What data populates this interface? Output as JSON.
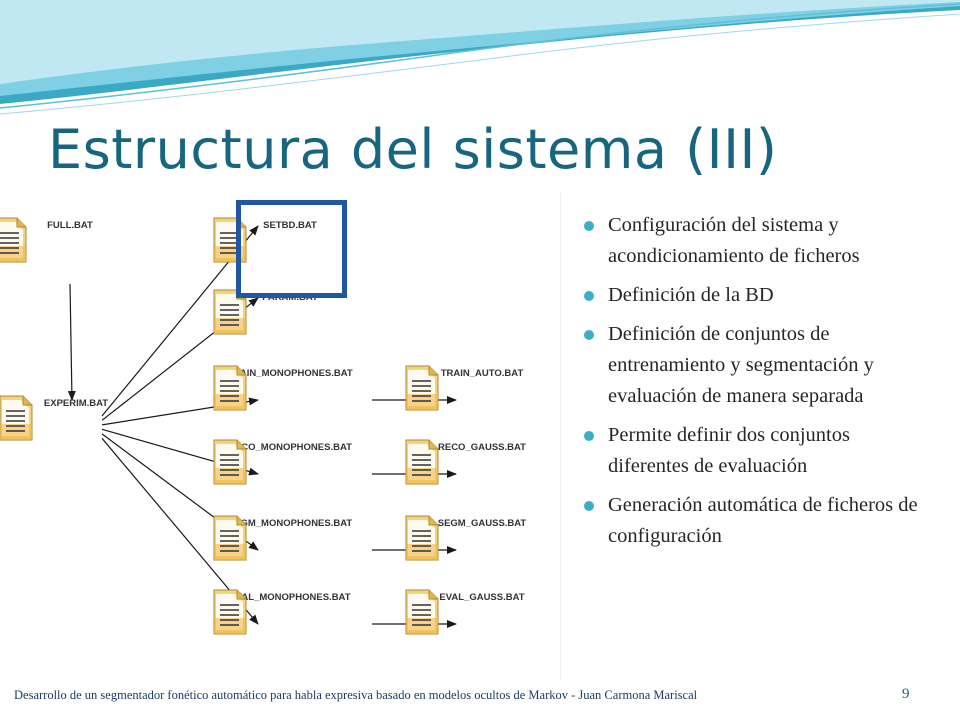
{
  "slide": {
    "title": "Estructura del sistema (III)",
    "footer": "Desarrollo de un segmentador fonético automático para habla expresiva basado en modelos ocultos de Markov - Juan Carmona Mariscal",
    "page_number": "9"
  },
  "theme": {
    "title_color": "#17657f",
    "bullet_color": "#3aafc8",
    "highlight_color": "#1f57a0",
    "wave_colors": [
      "#3aa9c6",
      "#7fd0e4",
      "#bfe8f3"
    ]
  },
  "diagram": {
    "highlighted_node": "setbd",
    "nodes": [
      {
        "id": "full",
        "label": "FULL.BAT",
        "icon": "batch-file-icon"
      },
      {
        "id": "experim",
        "label": "EXPERIM.BAT",
        "icon": "batch-file-icon"
      },
      {
        "id": "setbd",
        "label": "SETBD.BAT",
        "icon": "batch-file-icon"
      },
      {
        "id": "param",
        "label": "PARAM.BAT",
        "icon": "batch-file-icon"
      },
      {
        "id": "train_mono",
        "label": "TRAIN_MONOPHONES.BAT",
        "icon": "batch-file-icon"
      },
      {
        "id": "train_auto",
        "label": "TRAIN_AUTO.BAT",
        "icon": "batch-file-icon"
      },
      {
        "id": "reco_mono",
        "label": "RECO_MONOPHONES.BAT",
        "icon": "batch-file-icon"
      },
      {
        "id": "reco_gauss",
        "label": "RECO_GAUSS.BAT",
        "icon": "batch-file-icon"
      },
      {
        "id": "segm_mono",
        "label": "SEGM_MONOPHONES.BAT",
        "icon": "batch-file-icon"
      },
      {
        "id": "segm_gauss",
        "label": "SEGM_GAUSS.BAT",
        "icon": "batch-file-icon"
      },
      {
        "id": "eval_mono",
        "label": "EVAL_MONOPHONES.BAT",
        "icon": "batch-file-icon"
      },
      {
        "id": "eval_gauss",
        "label": "EVAL_GAUSS.BAT",
        "icon": "batch-file-icon"
      }
    ],
    "edges": [
      [
        "full",
        "experim"
      ],
      [
        "experim",
        "setbd"
      ],
      [
        "experim",
        "param"
      ],
      [
        "experim",
        "train_mono"
      ],
      [
        "experim",
        "reco_mono"
      ],
      [
        "experim",
        "segm_mono"
      ],
      [
        "experim",
        "eval_mono"
      ],
      [
        "train_mono",
        "train_auto"
      ],
      [
        "reco_mono",
        "reco_gauss"
      ],
      [
        "segm_mono",
        "segm_gauss"
      ],
      [
        "eval_mono",
        "eval_gauss"
      ]
    ]
  },
  "bullets": [
    "Configuración del sistema y acondicionamiento de ficheros",
    "Definición de la BD",
    "Definición de conjuntos de entrenamiento y segmentación y evaluación de manera separada",
    "Permite definir dos conjuntos diferentes de evaluación",
    "Generación automática de ficheros de configuración"
  ]
}
